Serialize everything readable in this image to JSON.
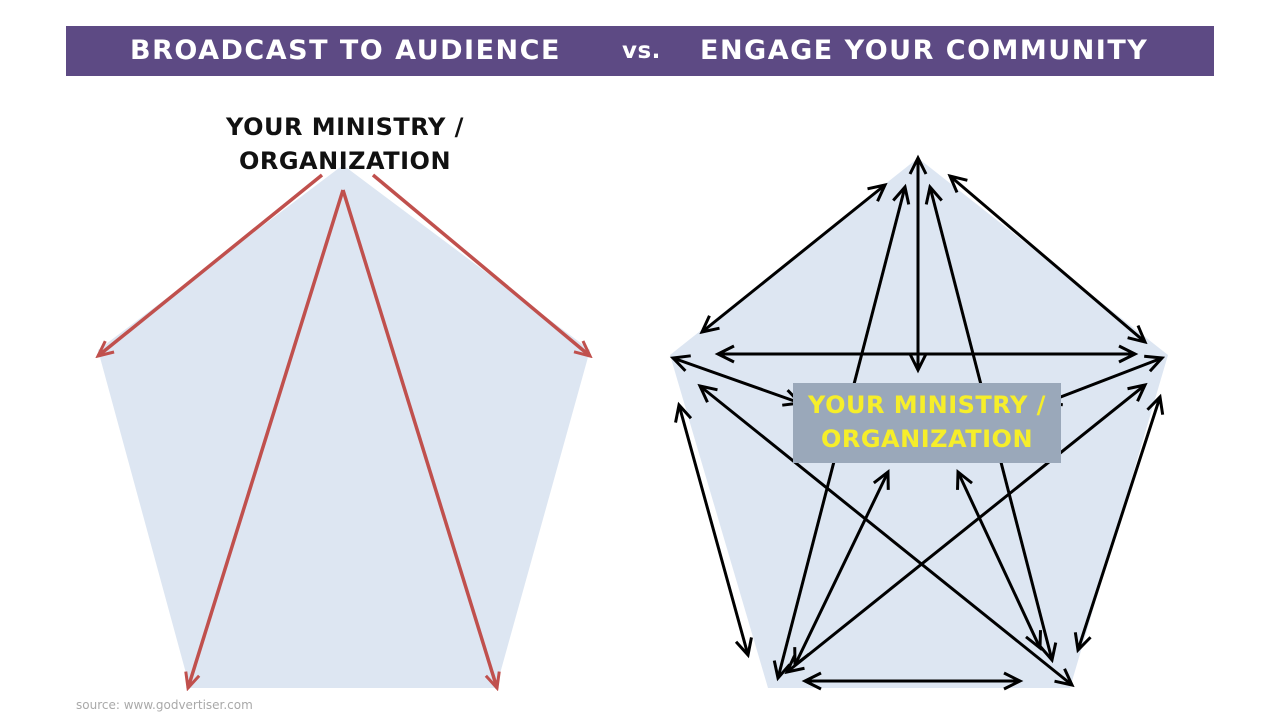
{
  "header": {
    "left_title": "BROADCAST TO AUDIENCE",
    "vs": "vs.",
    "right_title": "ENGAGE YOUR COMMUNITY"
  },
  "left_diagram": {
    "label_line1": "YOUR MINISTRY /",
    "label_line2": "ORGANIZATION",
    "arrow_color": "#c0504d"
  },
  "right_diagram": {
    "label_line1": "YOUR MINISTRY /",
    "label_line2": "ORGANIZATION",
    "label_color": "#f6ee2a",
    "arrow_color": "#000000"
  },
  "colors": {
    "banner": "#5d4a84",
    "pentagon_fill": "#dde6f2"
  },
  "footer": {
    "source": "source: www.godvertiser.com"
  }
}
